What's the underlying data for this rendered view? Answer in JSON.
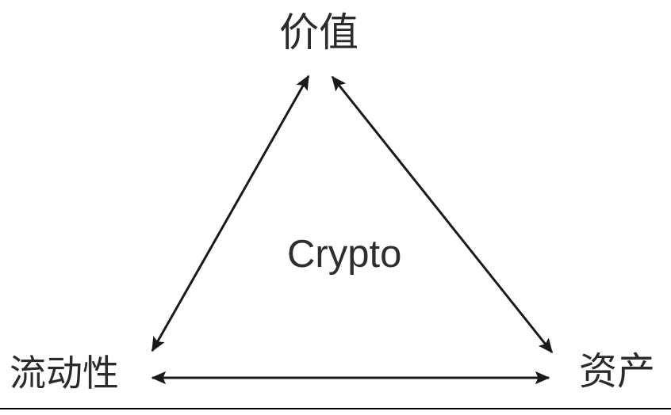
{
  "diagram": {
    "center_label": "Crypto",
    "stroke_color": "#1a1a1a",
    "text_color": "#2b2b2b",
    "background_color": "#ffffff",
    "nodes": [
      {
        "id": "value",
        "label": "价值",
        "position": "top"
      },
      {
        "id": "liquidity",
        "label": "流动性",
        "position": "bottom-left"
      },
      {
        "id": "assets",
        "label": "资产",
        "position": "bottom-right"
      }
    ],
    "edges": [
      {
        "id": "value-liquidity",
        "from": "value",
        "to": "liquidity",
        "direction": "bidirectional"
      },
      {
        "id": "value-assets",
        "from": "value",
        "to": "assets",
        "direction": "bidirectional"
      },
      {
        "id": "liquidity-assets",
        "from": "liquidity",
        "to": "assets",
        "direction": "bidirectional"
      }
    ]
  },
  "chart_data": {
    "type": "diagram",
    "title": "Crypto",
    "categories": [
      "价值",
      "流动性",
      "资产"
    ],
    "relations": [
      [
        "价值",
        "流动性"
      ],
      [
        "价值",
        "资产"
      ],
      [
        "流动性",
        "资产"
      ]
    ]
  }
}
